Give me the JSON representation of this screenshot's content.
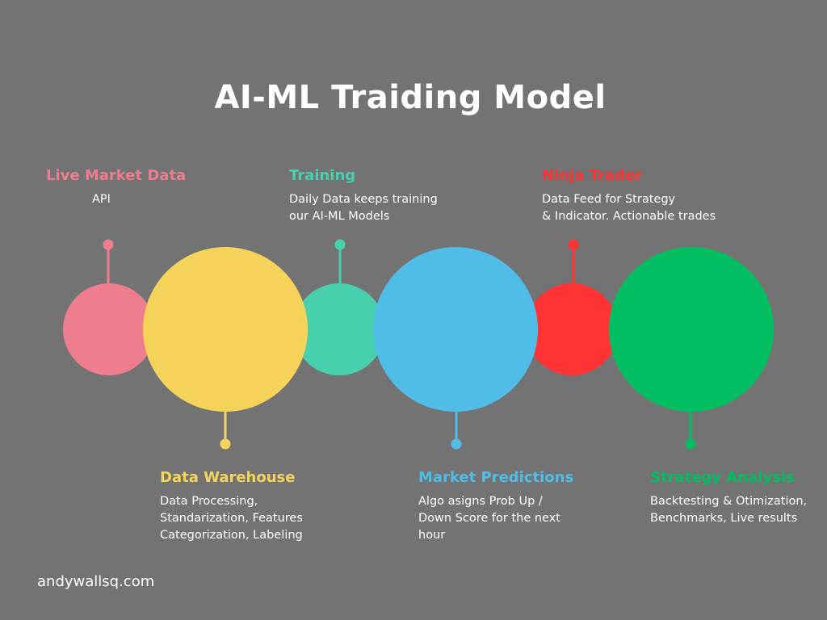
{
  "title": "AI-ML Traiding Model",
  "footer": "andywallsq.com",
  "stages": [
    {
      "id": "live-market-data",
      "heading": "Live Market Data",
      "description": "API",
      "color": "#EE7D8E"
    },
    {
      "id": "data-warehouse",
      "heading": "Data Warehouse",
      "description": "Data Processing,\nStandarization, Features\nCategorization, Labeling",
      "color": "#F5D35A"
    },
    {
      "id": "training",
      "heading": "Training",
      "description": "Daily Data keeps training\nour AI-ML Models",
      "color": "#48CFAE"
    },
    {
      "id": "market-predictions",
      "heading": "Market Predictions",
      "description": "Algo asigns Prob Up /\nDown Score for the next\nhour",
      "color": "#4FBDE7"
    },
    {
      "id": "ninja-trader",
      "heading": "Ninja Trader",
      "description": "Data Feed for Strategy\n& Indicator. Actionable trades",
      "color": "#FF3333"
    },
    {
      "id": "strategy-analysis",
      "heading": "Strategy Analysis",
      "description": "Backtesting & Otimization,\nBenchmarks, Live results",
      "color": "#02BE63"
    }
  ]
}
